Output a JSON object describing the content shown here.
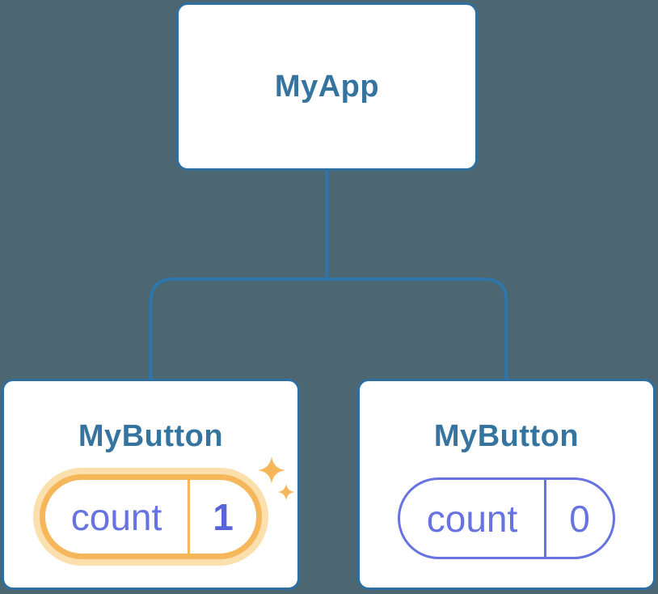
{
  "tree": {
    "root": {
      "label": "MyApp"
    },
    "children": [
      {
        "label": "MyButton",
        "state_key": "count",
        "state_value": "1",
        "highlighted": true
      },
      {
        "label": "MyButton",
        "state_key": "count",
        "state_value": "0",
        "highlighted": false
      }
    ]
  },
  "colors": {
    "background": "#4C6771",
    "card_border": "#2F6F9F",
    "connector": "#2E76AB",
    "title_text": "#35749E",
    "state_text": "#6673E0",
    "state_value_highlight": "#5865D9",
    "highlight_ring": "#F6B75B",
    "highlight_halo": "#FBDFAC",
    "sparkle": "#F6B75A"
  },
  "icons": {
    "sparkle_large": "four-pointed-star",
    "sparkle_small": "four-pointed-star"
  }
}
